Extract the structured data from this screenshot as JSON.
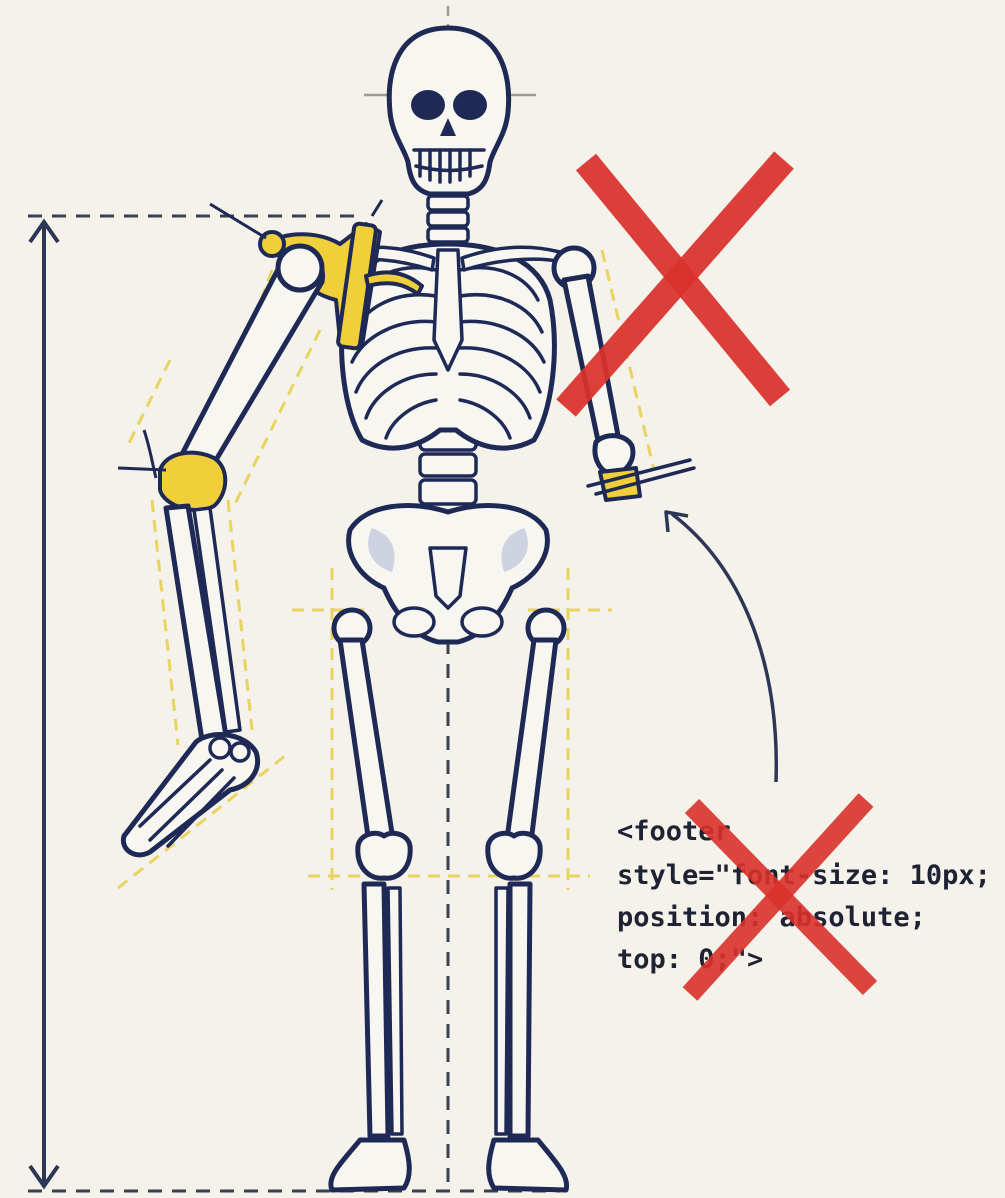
{
  "code_note": {
    "lines": [
      "<footer",
      "style=\"font-size: 10px;",
      "position: absolute;",
      "top: 0;\">"
    ]
  },
  "colors": {
    "background": "#f4f2ea",
    "bone": "#f7f6f1",
    "outline": "#1e2a55",
    "highlight": "#f0cf3a",
    "cross": "#d9312b"
  },
  "icons": [
    "skeleton-figure",
    "height-dimension-arrow",
    "cross-out-mark",
    "curved-pointer-arrow"
  ]
}
